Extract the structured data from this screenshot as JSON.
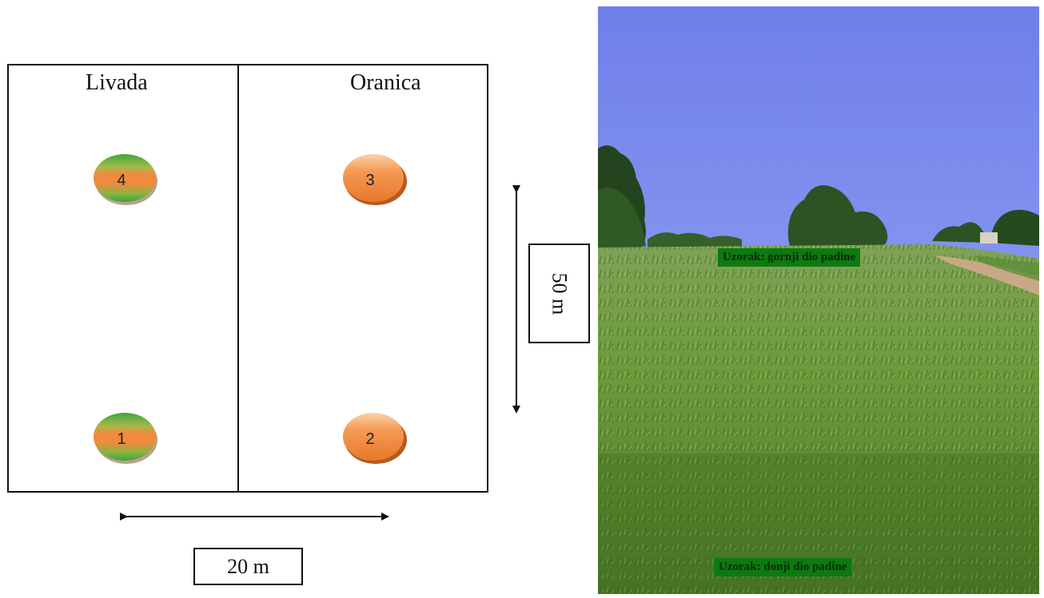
{
  "fields": {
    "left_label": "Livada",
    "right_label": "Oranica"
  },
  "points": [
    {
      "label": "4",
      "land": "Livada",
      "color": "green-orange"
    },
    {
      "label": "3",
      "land": "Oranica",
      "color": "orange"
    },
    {
      "label": "1",
      "land": "Livada",
      "color": "green-orange"
    },
    {
      "label": "2",
      "land": "Oranica",
      "color": "orange"
    }
  ],
  "dimensions": {
    "length": "50 m",
    "width": "20 m"
  },
  "photo": {
    "top_tag": "Uzorak: gornji dio padine",
    "bottom_tag": "Uzorak: donji dio padine"
  },
  "colors": {
    "orange": "#f08a3e",
    "green": "#3fa63c",
    "sky": "#7d8ef0",
    "grass": "#5f8f34"
  }
}
